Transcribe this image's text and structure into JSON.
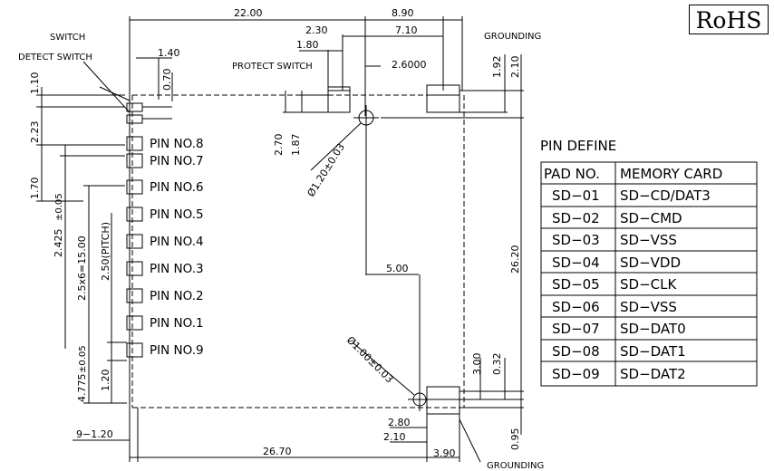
{
  "badge": "RoHS",
  "dims": {
    "d22": "22.00",
    "d890": "8.90",
    "d230": "2.30",
    "d710": "7.10",
    "d180": "1.80",
    "d140": "1.40",
    "d070": "0.70",
    "d110": "1.10",
    "d223": "2.23",
    "d170": "1.70",
    "d2425": "2.425",
    "d005": "±0.05",
    "d250": "2.50(PITCH)",
    "d1500": "2.5x6=15.00",
    "d4775": "4.775",
    "d120": "1.20",
    "d912": "9−1.20",
    "d2670": "26.70",
    "d390": "3.90",
    "d210": "2.10",
    "d280": "2.80",
    "d500": "5.00",
    "d2620": "26.20",
    "d300": "3.00",
    "d032": "0.32",
    "d095": "0.95",
    "d26000": "2.6000",
    "d192": "1.92",
    "d210b": "2.10",
    "d270": "2.70",
    "d187": "1.87",
    "dia120": "Ø1.20±0.03",
    "dia100": "Ø1.00±0.03"
  },
  "callouts": {
    "switch": "SWITCH",
    "detect": "DETECT SWITCH",
    "protect": "PROTECT SWITCH",
    "ground_top": "GROUNDING",
    "ground_bottom": "GROUNDING"
  },
  "pins": [
    "PIN NO.8",
    "PIN NO.7",
    "PIN NO.6",
    "PIN NO.5",
    "PIN NO.4",
    "PIN NO.3",
    "PIN NO.2",
    "PIN NO.1",
    "PIN NO.9"
  ],
  "pin_define": {
    "title": "PIN DEFINE",
    "headers": [
      "PAD NO.",
      "MEMORY CARD"
    ],
    "rows": [
      [
        "SD−01",
        "SD−CD/DAT3"
      ],
      [
        "SD−02",
        "SD−CMD"
      ],
      [
        "SD−03",
        "SD−VSS"
      ],
      [
        "SD−04",
        "SD−VDD"
      ],
      [
        "SD−05",
        "SD−CLK"
      ],
      [
        "SD−06",
        "SD−VSS"
      ],
      [
        "SD−07",
        "SD−DAT0"
      ],
      [
        "SD−08",
        "SD−DAT1"
      ],
      [
        "SD−09",
        "SD−DAT2"
      ]
    ]
  }
}
